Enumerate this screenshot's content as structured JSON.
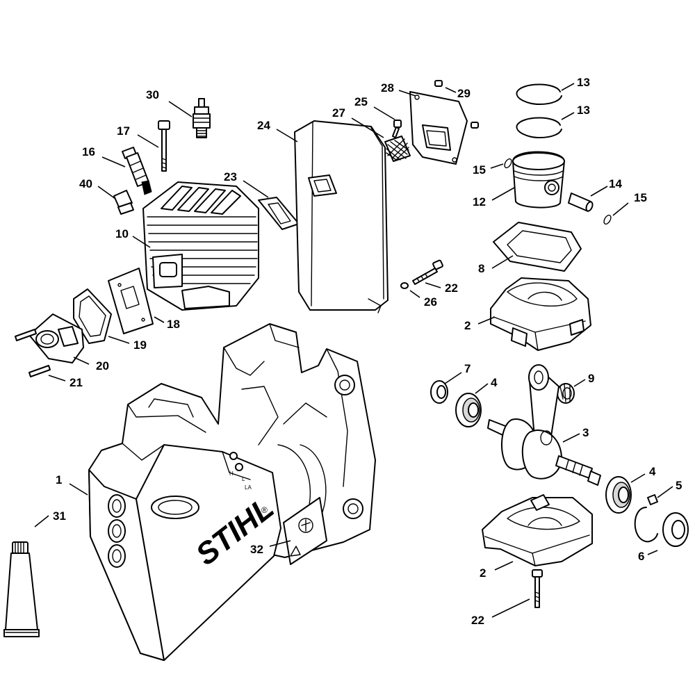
{
  "diagram": {
    "brand_text": "STIHL",
    "brand_mark": "®",
    "carb_marks": [
      "H",
      "L",
      "LA"
    ],
    "callouts": {
      "c1": "1",
      "c2a": "2",
      "c2b": "2",
      "c3": "3",
      "c4a": "4",
      "c4b": "4",
      "c5": "5",
      "c6": "6",
      "c7": "7",
      "c8": "8",
      "c9": "9",
      "c10": "10",
      "c12": "12",
      "c13a": "13",
      "c13b": "13",
      "c14": "14",
      "c15a": "15",
      "c15b": "15",
      "c16": "16",
      "c17": "17",
      "c18": "18",
      "c19": "19",
      "c20": "20",
      "c21": "21",
      "c22a": "22",
      "c22b": "22",
      "c23": "23",
      "c24": "24",
      "c25": "25",
      "c26": "26",
      "c27": "27",
      "c28": "28",
      "c29": "29",
      "c30": "30",
      "c31": "31",
      "c32": "32",
      "c40": "40"
    }
  }
}
